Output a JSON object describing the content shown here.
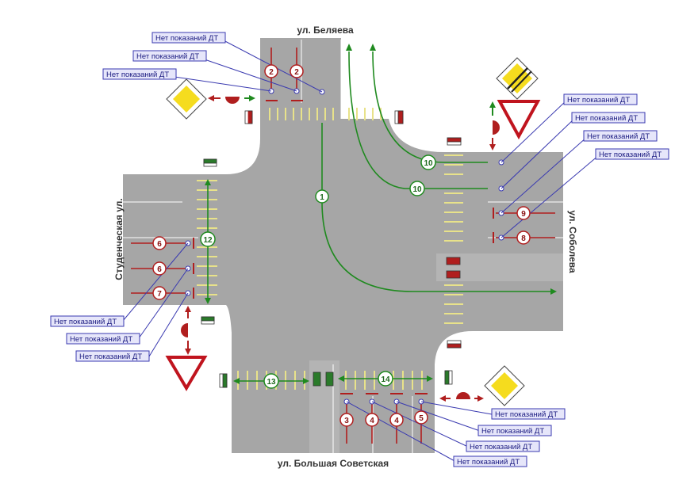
{
  "streets": {
    "north": "ул. Беляева",
    "south": "ул. Большая Советская",
    "west": "Студенческая ул.",
    "east": "ул. Соболева"
  },
  "sensor_label": "Нет показаний ДТ",
  "phases": {
    "p1": "1",
    "p2a": "2",
    "p2b": "2",
    "p3": "3",
    "p4a": "4",
    "p4b": "4",
    "p5": "5",
    "p6a": "6",
    "p6b": "6",
    "p7": "7",
    "p8": "8",
    "p9": "9",
    "p10a": "10",
    "p10b": "10",
    "p12": "12",
    "p13": "13",
    "p14": "14"
  },
  "colors": {
    "road": "#a6a6a6",
    "lane_line": "#ffffff",
    "crosswalk": "#e8e28a",
    "green_dir": "#1f8a1f",
    "red_dir": "#b01e1e",
    "label_bg": "#e6e6fa",
    "label_border": "#3a3ab0",
    "sign_yellow": "#f5dc1e"
  }
}
